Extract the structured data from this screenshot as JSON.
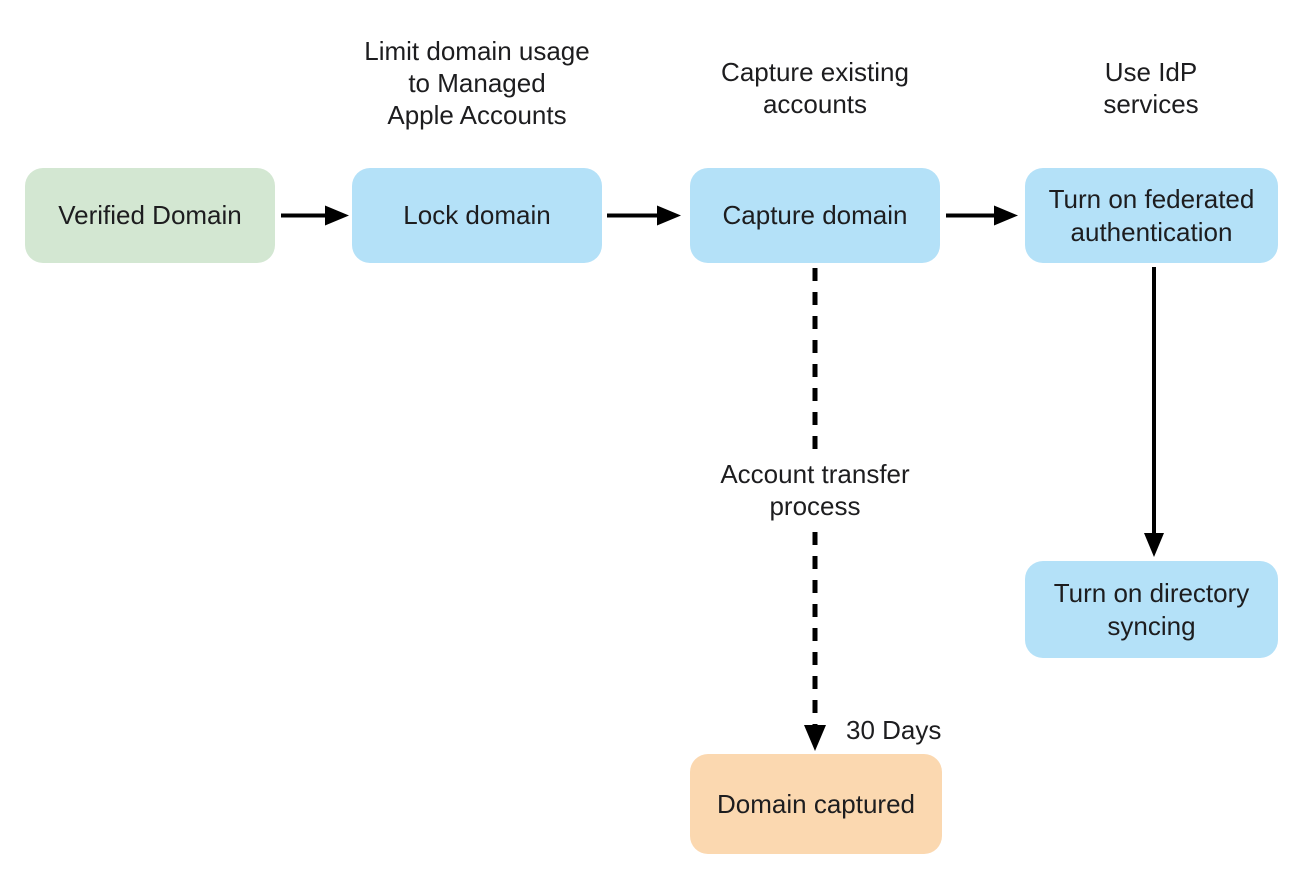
{
  "palette": {
    "background": "#ffffff",
    "text": "#1d1d1f",
    "arrow": "#000000",
    "node_green": "#d3e7d2",
    "node_blue": "#b4e1f8",
    "node_orange": "#fbd8b0"
  },
  "column_headers": [
    {
      "text": "Limit domain usage\nto Managed\nApple Accounts"
    },
    {
      "text": "Capture existing\naccounts"
    },
    {
      "text": "Use IdP\nservices"
    }
  ],
  "nodes": [
    {
      "label": "Verified Domain",
      "fill": "#d3e7d2"
    },
    {
      "label": "Lock domain",
      "fill": "#b4e1f8"
    },
    {
      "label": "Capture domain",
      "fill": "#b4e1f8"
    },
    {
      "label": "Turn on federated\nauthentication",
      "fill": "#b4e1f8"
    },
    {
      "label": "Turn on directory\nsyncing",
      "fill": "#b4e1f8"
    },
    {
      "label": "Domain captured",
      "fill": "#fbd8b0"
    }
  ],
  "edges": [
    {
      "from": "Verified Domain",
      "to": "Lock domain",
      "style": "solid"
    },
    {
      "from": "Lock domain",
      "to": "Capture domain",
      "style": "solid"
    },
    {
      "from": "Capture domain",
      "to": "Turn on federated authentication",
      "style": "solid"
    },
    {
      "from": "Capture domain",
      "to": "Domain captured",
      "style": "dashed",
      "label": "Account transfer\nprocess",
      "annotation": "30 Days"
    },
    {
      "from": "Turn on federated authentication",
      "to": "Turn on directory syncing",
      "style": "solid"
    }
  ]
}
